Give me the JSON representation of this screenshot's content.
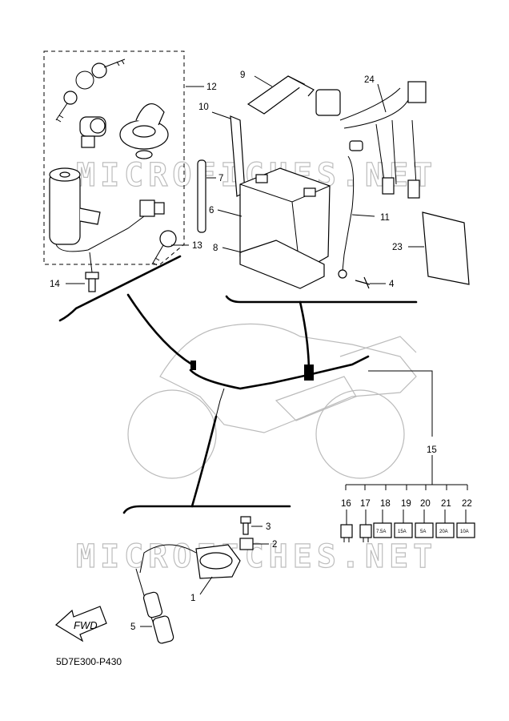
{
  "watermark": "MICROFICHES.NET",
  "diagram_code": "5D7E300-P430",
  "fwd_label": "FWD",
  "callouts": {
    "c1": "1",
    "c2": "2",
    "c3": "3",
    "c4": "4",
    "c5": "5",
    "c6": "6",
    "c7": "7",
    "c8": "8",
    "c9": "9",
    "c10": "10",
    "c11": "11",
    "c12": "12",
    "c13": "13",
    "c14": "14",
    "c15": "15",
    "c16": "16",
    "c17": "17",
    "c18": "18",
    "c19": "19",
    "c20": "20",
    "c21": "21",
    "c22": "22",
    "c23": "23",
    "c24": "24"
  },
  "fuse_ratings": {
    "f18": "7.5A",
    "f19": "15A",
    "f20": "5A",
    "f21": "20A",
    "f22": "10A"
  }
}
